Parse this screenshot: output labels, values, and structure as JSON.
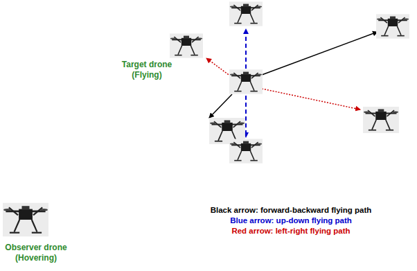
{
  "diagram": {
    "labels": [
      "Target drone (Flying)",
      "Observer drone (Hovering)"
    ],
    "legend": [
      {
        "text": "Black arrow: forward-backward flying path",
        "color": "#000000"
      },
      {
        "text": "Blue arrow: up-down flying path",
        "color": "#0000cc"
      },
      {
        "text": "Red arrow: left-right flying path",
        "color": "#cc0000"
      }
    ]
  }
}
